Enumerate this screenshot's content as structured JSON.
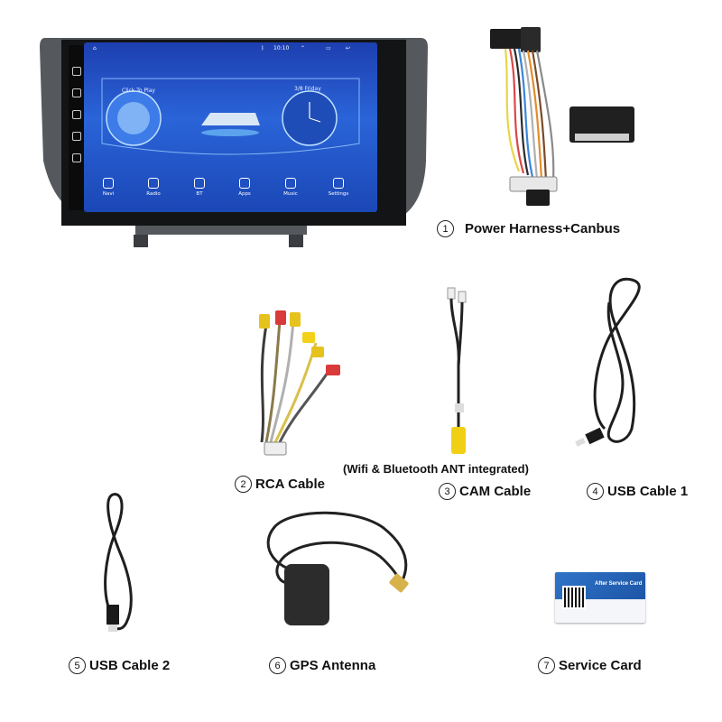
{
  "head_unit": {
    "status_time": "10:10",
    "click_to_play": "Click To Play",
    "date": "3/8 Friday",
    "apps": [
      "Navi",
      "Radio",
      "BT",
      "Apps",
      "Music",
      "Settings"
    ]
  },
  "items": [
    {
      "number": "1",
      "label": "Power Harness+Canbus"
    },
    {
      "number": "2",
      "label": "RCA Cable"
    },
    {
      "number": "3",
      "label": "CAM Cable"
    },
    {
      "number": "4",
      "label": "USB Cable 1"
    },
    {
      "number": "5",
      "label": "USB Cable 2"
    },
    {
      "number": "6",
      "label": "GPS Antenna"
    },
    {
      "number": "7",
      "label": "Service Card"
    }
  ],
  "note": "(Wifi & Bluetooth ANT integrated)",
  "service_card": {
    "title": "After Service Card"
  }
}
